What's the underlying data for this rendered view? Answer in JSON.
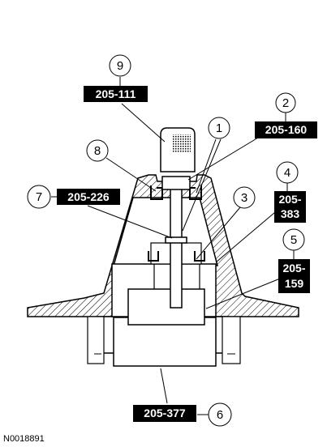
{
  "callouts": {
    "c1": {
      "number": "1"
    },
    "c2": {
      "number": "2",
      "tool": "205-160"
    },
    "c3": {
      "number": "3"
    },
    "c4": {
      "number": "4",
      "tool_line1": "205-",
      "tool_line2": "383"
    },
    "c5": {
      "number": "5",
      "tool_line1": "205-",
      "tool_line2": "159"
    },
    "c6": {
      "number": "6",
      "tool": "205-377"
    },
    "c7": {
      "number": "7",
      "tool": "205-226"
    },
    "c8": {
      "number": "8"
    },
    "c9": {
      "number": "9",
      "tool": "205-111"
    }
  },
  "figure_id": "N0018891",
  "colors": {
    "ink": "#000000",
    "paper": "#ffffff"
  }
}
